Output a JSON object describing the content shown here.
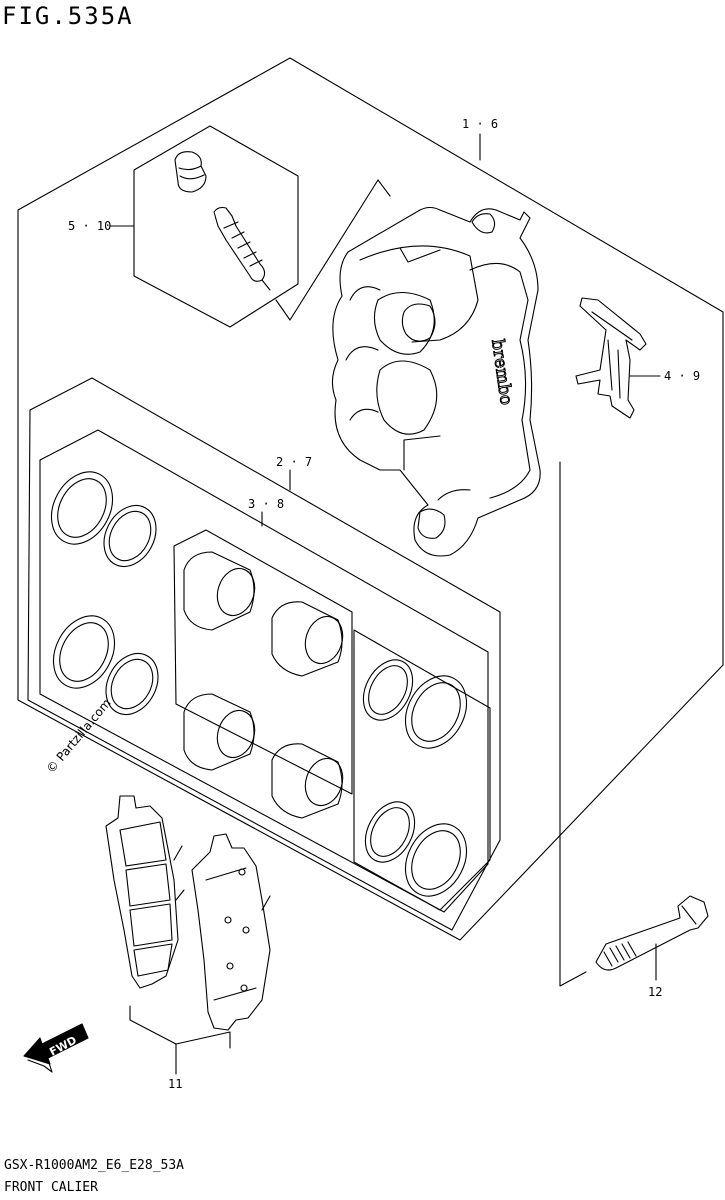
{
  "figure": {
    "title": "FIG.535A",
    "code": "GSX-R1000AM2_E6_E28_53A",
    "name": "FRONT CALIER"
  },
  "watermark": "© Partzilla.com",
  "caliper_brand": "brembo",
  "direction": {
    "label": "FWD"
  },
  "callouts": [
    {
      "id": "1-6",
      "label": "1 · 6"
    },
    {
      "id": "2-7",
      "label": "2 · 7"
    },
    {
      "id": "3-8",
      "label": "3 · 8"
    },
    {
      "id": "4-9",
      "label": "4 · 9"
    },
    {
      "id": "5-10",
      "label": "5 · 10"
    },
    {
      "id": "11",
      "label": "11"
    },
    {
      "id": "12",
      "label": "12"
    }
  ]
}
